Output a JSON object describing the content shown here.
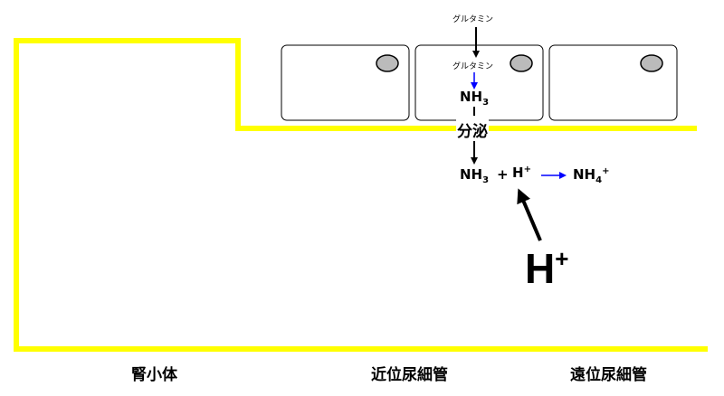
{
  "labels": {
    "glutamine_outside": "グルタミン",
    "glutamine_inside": "グルタミン",
    "nh3_cell": {
      "base": "NH",
      "sub": "3"
    },
    "secretion": "分泌",
    "nh3_lumen": {
      "base": "NH",
      "sub": "3"
    },
    "plus": "+",
    "h_small": {
      "base": "H",
      "sup": "+"
    },
    "nh4": {
      "base": "NH",
      "sub": "4",
      "sup": "+"
    },
    "h_large": {
      "base": "H",
      "sup": "+"
    }
  },
  "regions": {
    "glomerulus": "腎小体",
    "proximal_tubule": "近位尿細管",
    "distal_tubule": "遠位尿細管"
  },
  "colors": {
    "tubule_wall": "#ffff00",
    "arrow_black": "#000000",
    "arrow_blue": "#0000ff",
    "cell_border": "#000000"
  }
}
